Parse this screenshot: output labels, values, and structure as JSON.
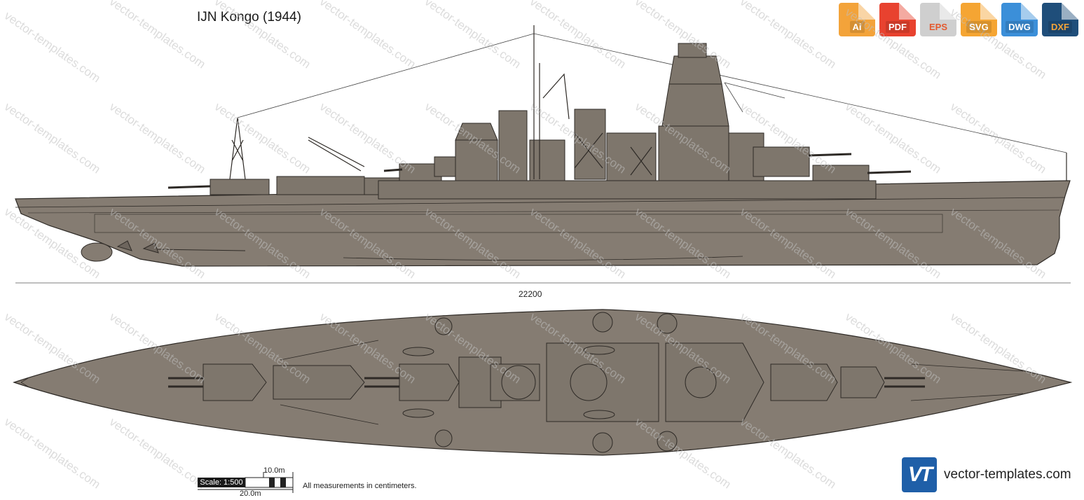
{
  "title": "IJN Kongo (1944)",
  "formats": [
    {
      "label": "Ai",
      "color": "#f3a33a",
      "icon": "ai-file-icon"
    },
    {
      "label": "PDF",
      "color": "#e8422f",
      "icon": "pdf-file-icon"
    },
    {
      "label": "EPS",
      "color": "#d9d9d9",
      "icon": "eps-file-icon"
    },
    {
      "label": "SVG",
      "color": "#f5a533",
      "icon": "svg-file-icon"
    },
    {
      "label": "DWG",
      "color": "#3b8fd9",
      "icon": "dwg-file-icon"
    },
    {
      "label": "DXF",
      "color": "#1f4e7a",
      "icon": "dxf-file-icon"
    }
  ],
  "watermark": "vector-templates.com",
  "dimension": "22200",
  "scale": {
    "label": "Scale: 1:500",
    "short": "10.0m",
    "long": "20.0m"
  },
  "measure_note": "All measurements in centimeters.",
  "brand": {
    "logo": "VT",
    "text": "vector-templates.com"
  },
  "colors": {
    "hull": "#857c72",
    "outline": "#2e2a26",
    "superstructure": "#7e766c"
  }
}
